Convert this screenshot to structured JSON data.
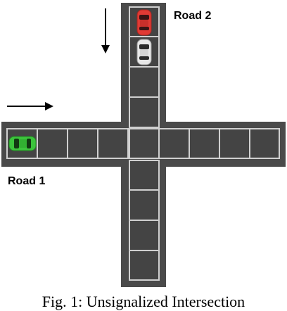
{
  "labels": {
    "road1": "Road 1",
    "road2": "Road 2"
  },
  "caption": "Fig. 1: Unsignalized Intersection",
  "colors": {
    "road_border": "#4a4a4a",
    "road_fill": "#444444",
    "cell_line": "#d0d0d0",
    "car_red": "#e03a34",
    "car_white": "#e8e8e8",
    "car_green": "#3cc43c"
  },
  "icons": {
    "arrow_road1": "arrow-right-icon",
    "arrow_road2": "arrow-down-icon",
    "car_road1": "green-car-icon",
    "car_road2_first": "red-car-icon",
    "car_road2_second": "white-car-icon"
  }
}
